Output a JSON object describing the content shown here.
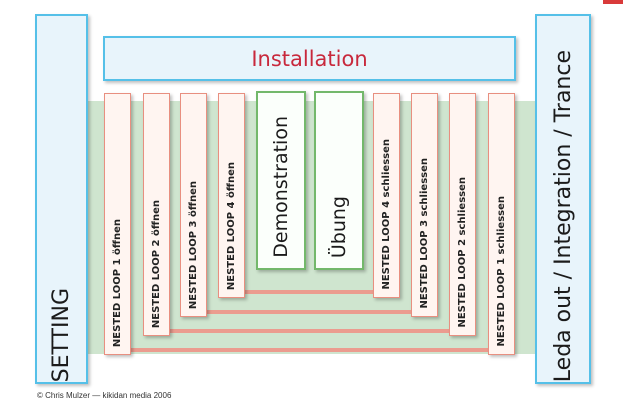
{
  "diagram": {
    "setting_label": "SETTING",
    "closing_label": "Leda out / Integration / Trance",
    "top_label": "Installation",
    "center": {
      "demonstration": "Demonstration",
      "uebung": "Übung"
    },
    "open_loops": [
      "NESTED LOOP 1 öffnen",
      "NESTED LOOP 2 öffnen",
      "NESTED LOOP 3 öffnen",
      "NESTED LOOP 4 öffnen"
    ],
    "close_loops": [
      "NESTED LOOP 4 schliessen",
      "NESTED LOOP 3 schliessen",
      "NESTED LOOP 2 schliessen",
      "NESTED LOOP 1 schliessen"
    ],
    "copyright": "© Chris Mulzer — kikidan media 2006",
    "colors": {
      "frame_blue": "#55c0e8",
      "title_red": "#c8283c",
      "loop_border": "#e88f80",
      "connector": "#eb9c8f",
      "center_green": "#73b86b",
      "band_green": "#cfe5cf"
    }
  }
}
